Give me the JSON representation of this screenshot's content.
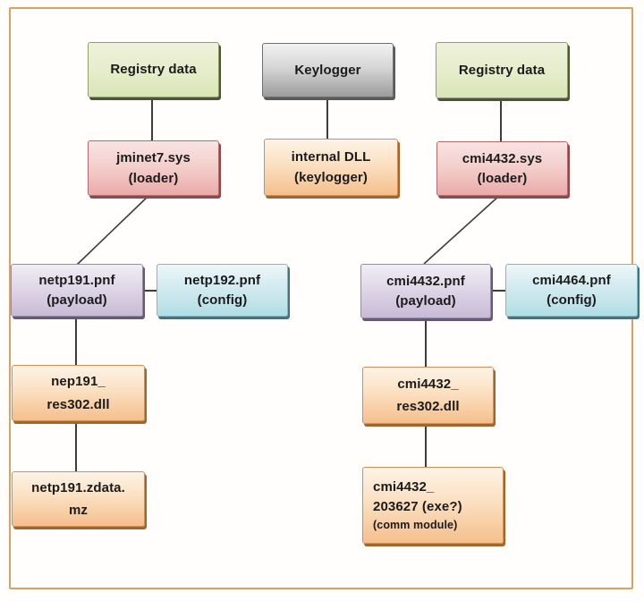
{
  "nodes": {
    "registry_left": {
      "line1": "Registry data"
    },
    "keylogger": {
      "line1": "Keylogger"
    },
    "registry_right": {
      "line1": "Registry data"
    },
    "jminet7": {
      "line1": "jminet7.sys",
      "line2": "(loader)"
    },
    "internal_dll": {
      "line1": "internal DLL",
      "line2": "(keylogger)"
    },
    "cmi4432_sys": {
      "line1": "cmi4432.sys",
      "line2": "(loader)"
    },
    "netp191_pnf": {
      "line1": "netp191.pnf",
      "line2": "(payload)"
    },
    "netp192_pnf": {
      "line1": "netp192.pnf",
      "line2": "(config)"
    },
    "cmi4432_pnf": {
      "line1": "cmi4432.pnf",
      "line2": "(payload)"
    },
    "cmi4464_pnf": {
      "line1": "cmi4464.pnf",
      "line2": "(config)"
    },
    "nep191_res302": {
      "line1": "nep191_",
      "line2": "res302.dll"
    },
    "cmi4432_res302": {
      "line1": "cmi4432_",
      "line2": "res302.dll"
    },
    "netp191_zdata": {
      "line1": "netp191.zdata.",
      "line2": "mz"
    },
    "cmi4432_203627": {
      "line1": "cmi4432_",
      "line2": "203627 (exe?)",
      "line3": "(comm module)"
    }
  },
  "colors": {
    "frame": "#d8a263",
    "connector": "#3c3c3c",
    "node_green_top": "#eef2dc",
    "node_green_bottom": "#d9e5b6",
    "node_gray_top": "#f2f2f2",
    "node_gray_bottom": "#9c9c9c",
    "node_pink_top": "#f8e4e2",
    "node_pink_bottom": "#e9aaa9",
    "node_orange_top": "#fdf3e6",
    "node_orange_bottom": "#f5bf8c",
    "node_purple_top": "#f0eef5",
    "node_purple_bottom": "#c8bbd6",
    "node_blue_top": "#edf7f9",
    "node_blue_bottom": "#b2dee5"
  }
}
